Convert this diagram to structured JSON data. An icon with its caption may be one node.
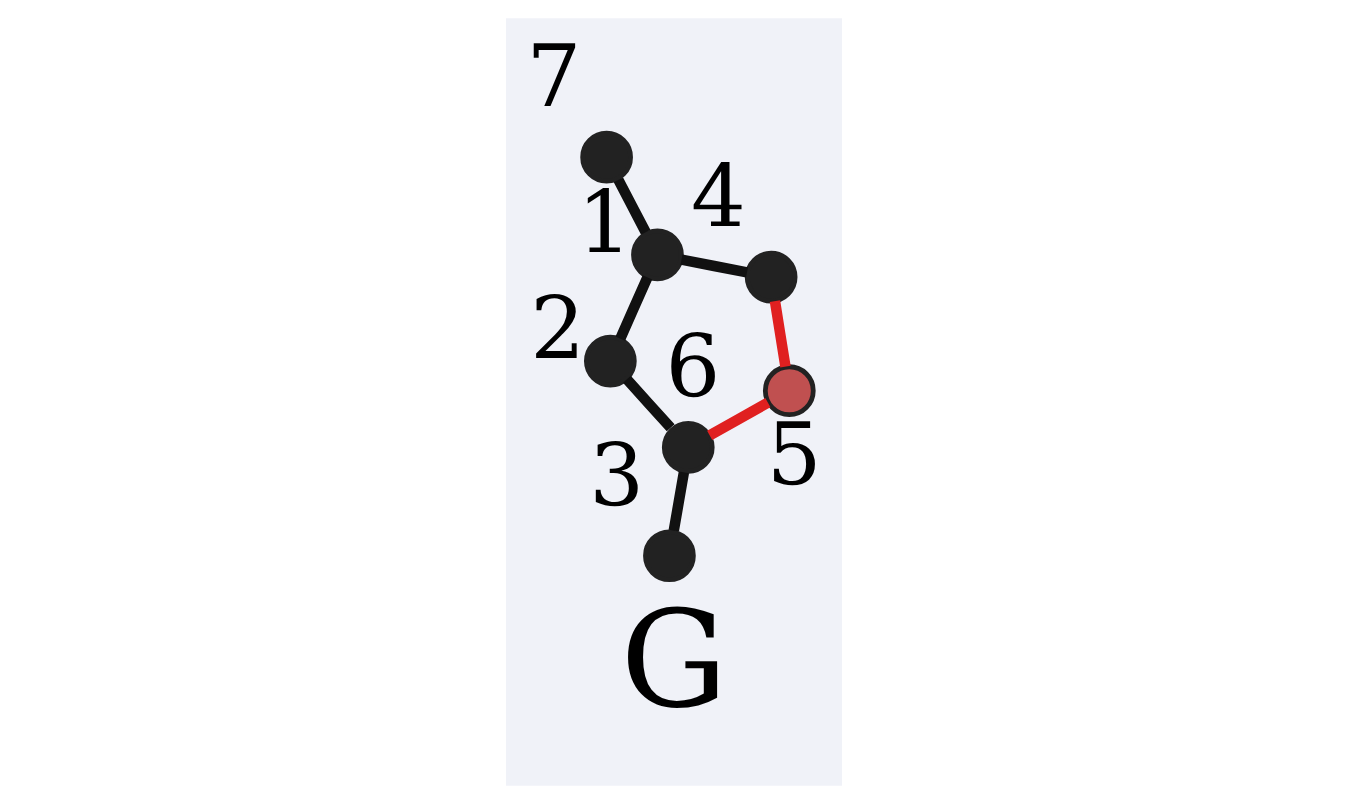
{
  "diagram": {
    "caption": "G",
    "nodes": [
      {
        "text": [],
        "shape": "circle",
        "beside": [
          "3"
        ]
      },
      {
        "text": [],
        "shape": "circle",
        "beside": [
          "6"
        ]
      },
      {
        "text": [],
        "shape": "circle",
        "beside": [
          "4"
        ]
      },
      {
        "text": [],
        "shape": "circle",
        "beside": [
          "7"
        ]
      },
      {
        "text": [],
        "shape": "circle",
        "beside": [
          "5"
        ]
      },
      {
        "text": [],
        "shape": "circle",
        "beside": [
          "1"
        ]
      },
      {
        "text": [],
        "shape": "circle",
        "beside": [
          "2"
        ]
      }
    ],
    "edges": [
      {
        "from": 0,
        "to": 1,
        "arrow": "none"
      },
      {
        "from": 1,
        "to": 4,
        "arrow": "none",
        "color": "#e02020"
      },
      {
        "from": 2,
        "to": 4,
        "arrow": "none",
        "color": "#e02020"
      },
      {
        "from": 2,
        "to": 5,
        "arrow": "none"
      },
      {
        "from": 3,
        "to": 5,
        "arrow": "none"
      },
      {
        "from": 5,
        "to": 6,
        "arrow": "none"
      },
      {
        "from": 6,
        "to": 1,
        "arrow": "none"
      }
    ]
  }
}
